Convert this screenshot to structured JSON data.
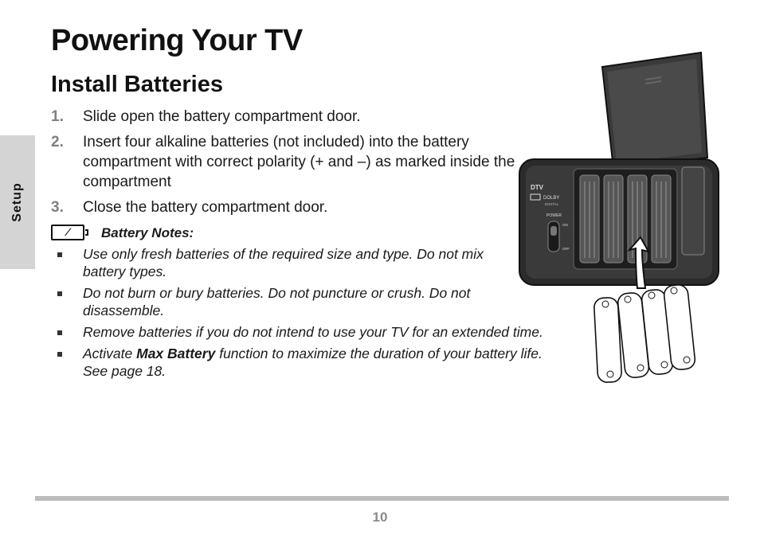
{
  "sidebar": {
    "tab_label": "Setup"
  },
  "page": {
    "title": "Powering Your TV",
    "section_title": "Install Batteries",
    "number": "10"
  },
  "steps": [
    {
      "num": "1.",
      "text": "Slide open the battery compartment door."
    },
    {
      "num": "2.",
      "text": "Insert four alkaline batteries (not included) into the battery compartment with correct polarity (+ and –) as marked inside the compartment"
    },
    {
      "num": "3.",
      "text": "Close the battery compartment door."
    }
  ],
  "battery_notes": {
    "label": "Battery Notes:",
    "items": [
      {
        "text": "Use only fresh batteries of the required size and type. Do not mix battery types."
      },
      {
        "text": "Do not burn or bury batteries. Do not puncture or crush. Do not disassemble."
      },
      {
        "text": "Remove batteries if you do not intend to use your TV for an extended time."
      },
      {
        "pre": "Activate ",
        "bold": "Max Battery",
        "post": " function to maximize the duration of your battery life. See page 18."
      }
    ]
  },
  "illustration": {
    "brand_text": "DTV",
    "dolby_text": "DOLBY",
    "dolby_sub": "DIGITAL",
    "switch_label": "POWER",
    "switch_on": "ON",
    "switch_off": "OFF",
    "icons": [
      "battery-icon",
      "arrow-up-icon"
    ]
  }
}
